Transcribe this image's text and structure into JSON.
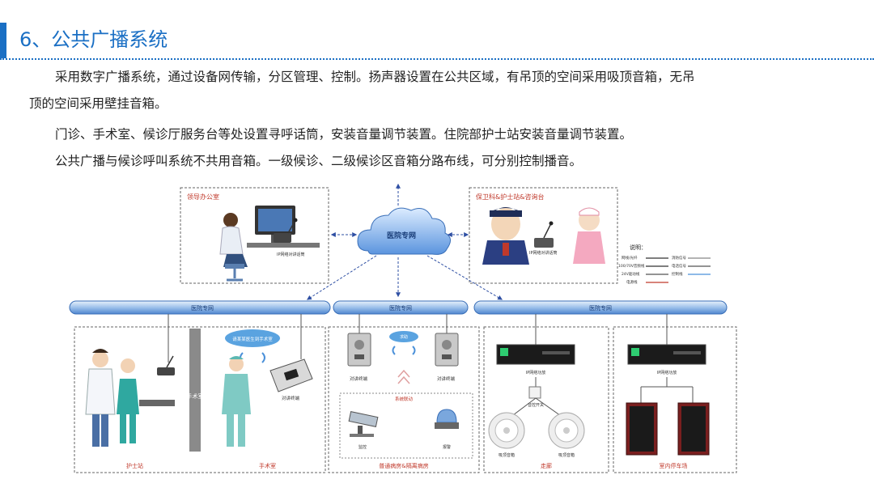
{
  "header": {
    "title": "6、公共广播系统"
  },
  "body": {
    "p1_line1": "采用数字广播系统，通过设备网传输，分区管理、控制。扬声器设置在公共区域，有吊顶的空间采用吸顶音箱，无吊",
    "p1_line2": "顶的空间采用壁挂音箱。",
    "p2": "门诊、手术室、候诊厅服务台等处设置寻呼话筒，安装音量调节装置。住院部护士站安装音量调节装置。",
    "p3": "公共广播与候诊呼叫系统不共用音箱。一级候诊、二级候诊区音箱分路布线，可分别控制播音。"
  },
  "diagram": {
    "cloud": "医院专网",
    "box_leader": "领导办公室",
    "box_security": "保卫科&护士站&咨询台",
    "ip_terminal": "IP网络对讲话筒",
    "legend_title": "说明：",
    "legend": [
      {
        "label": "网线/光纤",
        "color": "#333333"
      },
      {
        "label": "消防信号",
        "color": "#888888"
      },
      {
        "label": "100/70V音频线",
        "color": "#333333"
      },
      {
        "label": "电话信号",
        "color": "#555555"
      },
      {
        "label": "24V驱动线",
        "color": "#555555"
      },
      {
        "label": "控制线",
        "color": "#4a90d9"
      },
      {
        "label": "电源线",
        "color": "#c0392b"
      }
    ],
    "bus_labels": [
      "医院专网",
      "医院专网",
      "医院专网"
    ],
    "zone_nurse": "护士站",
    "zone_surgery": "手术室",
    "surgery_room": "手术室",
    "talk_terminal": "对讲终端",
    "bubble_text": "请某某医生到手术室",
    "zone_ward": "普通病房&隔离病房",
    "alarm_link": "系统联动",
    "camera": "监控",
    "siren": "报警",
    "bubble_small": "求助",
    "zone_corridor": "走廊",
    "ip_amp": "IP网络功放",
    "volume_switch": "音控开关",
    "ceiling_speaker": "吸顶音箱",
    "zone_indoor": "室内停车场",
    "amp_color": "#2ecc71"
  }
}
